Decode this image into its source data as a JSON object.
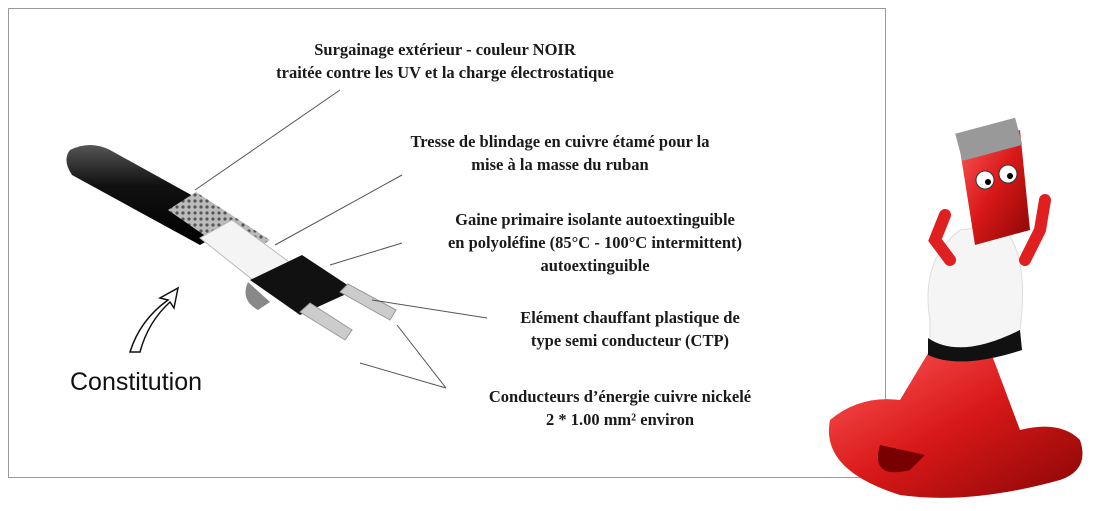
{
  "labels": [
    {
      "lines": [
        "Surgainage extérieur - couleur NOIR",
        "traitée contre les UV et la charge électrostatique"
      ]
    },
    {
      "lines": [
        "Tresse de blindage en cuivre étamé pour la",
        "mise à la masse du ruban"
      ]
    },
    {
      "lines": [
        "Gaine primaire isolante autoextinguible",
        "en polyoléfine (85°C - 100°C intermittent)",
        "autoextinguible"
      ]
    },
    {
      "lines": [
        "Elément chauffant plastique de",
        "type semi conducteur (CTP)"
      ]
    },
    {
      "lines": [
        "Conducteurs d’énergie cuivre nickelé",
        "2 * 1.00 mm² environ"
      ]
    }
  ],
  "caption": "Constitution",
  "colors": {
    "jacket": "#1a1a1a",
    "mascot": "#e02020",
    "leader": "#555555"
  }
}
